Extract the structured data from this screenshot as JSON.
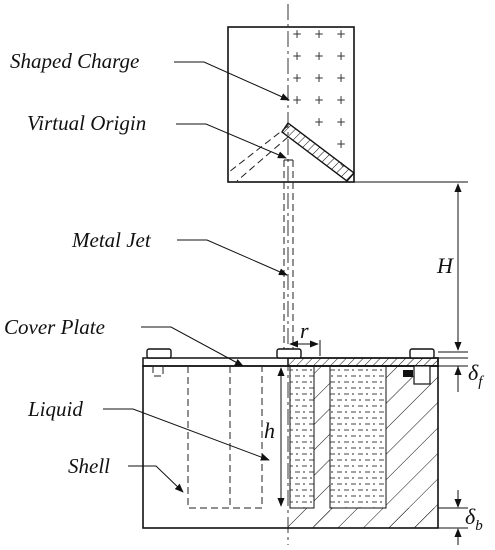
{
  "labels": {
    "shaped_charge": "Shaped Charge",
    "virtual_origin": "Virtual Origin",
    "metal_jet": "Metal Jet",
    "cover_plate": "Cover Plate",
    "liquid": "Liquid",
    "shell": "Shell"
  },
  "dimensions": {
    "H": "H",
    "h": "h",
    "r": "r",
    "delta_symbol": "δ",
    "delta_f_sub": "f",
    "delta_b_sub": "b"
  }
}
